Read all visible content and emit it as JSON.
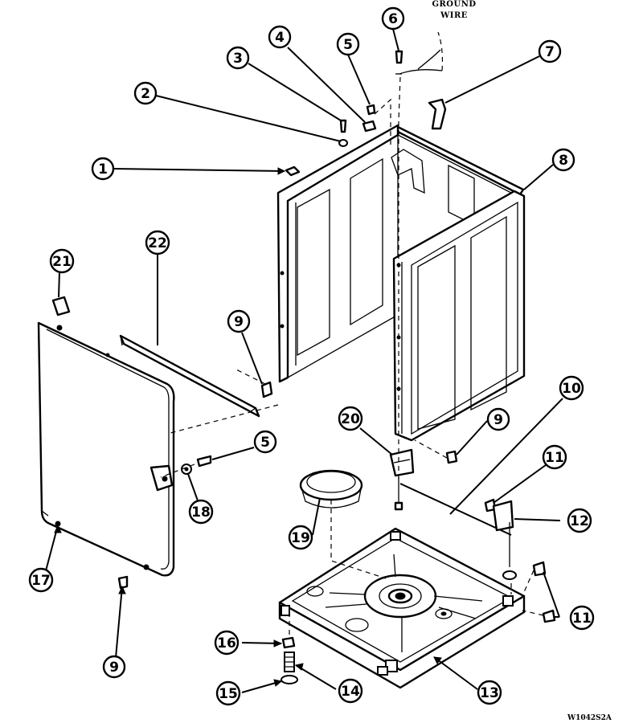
{
  "labels": {
    "ground_wire_line1": "GROUND",
    "ground_wire_line2": "WIRE",
    "drawing_code": "W1042S2A"
  },
  "callouts": {
    "c1": "1",
    "c2": "2",
    "c3": "3",
    "c4": "4",
    "c5a": "5",
    "c6": "6",
    "c7": "7",
    "c8": "8",
    "c21": "21",
    "c22": "22",
    "c9a": "9",
    "c10": "10",
    "c20": "20",
    "c9b": "9",
    "c5b": "5",
    "c18": "18",
    "c11a": "11",
    "c12": "12",
    "c19": "19",
    "c17": "17",
    "c11b": "11",
    "c9c": "9",
    "c16": "16",
    "c15": "15",
    "c14": "14",
    "c13": "13"
  }
}
